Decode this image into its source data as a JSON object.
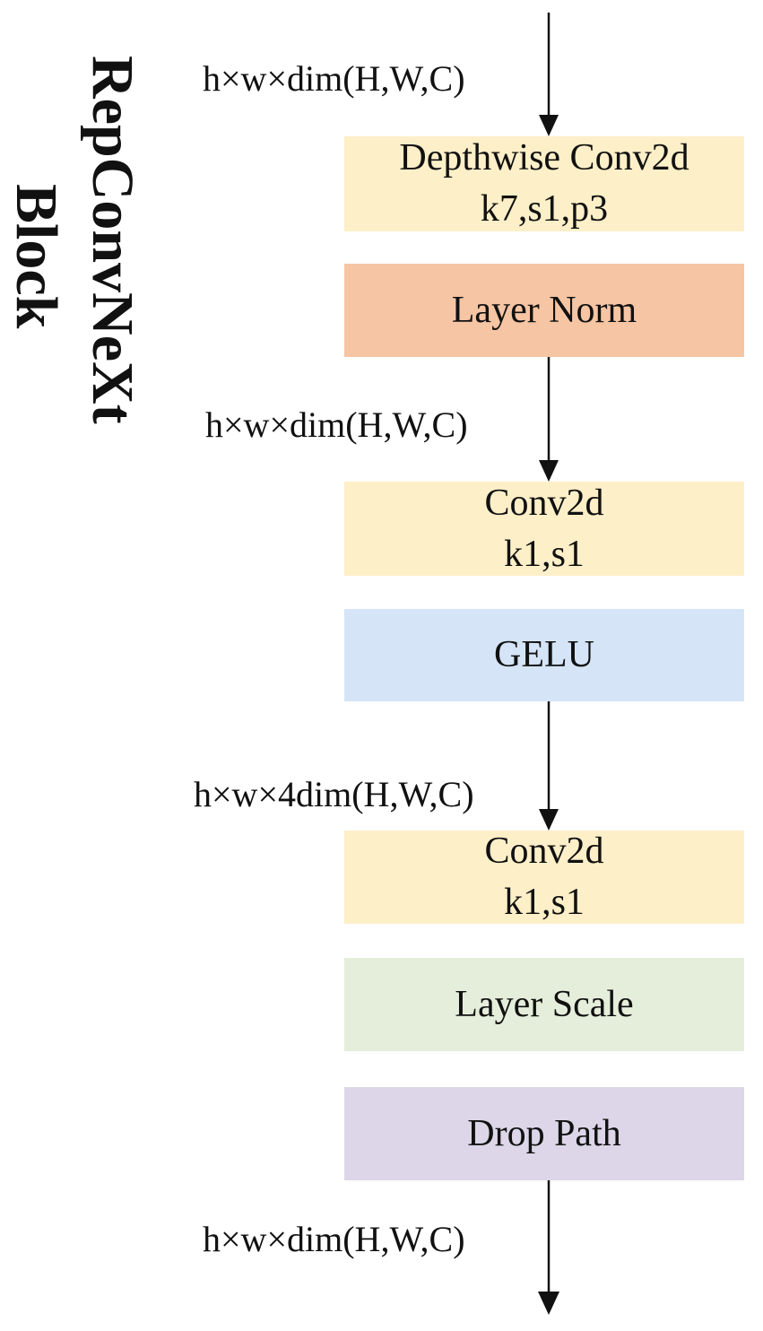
{
  "title": {
    "line1": "RepConvNeXt",
    "line2": "Block"
  },
  "colors": {
    "conv": "#fdefc8",
    "layer_norm": "#f6c5a4",
    "gelu": "#d5e5f7",
    "layer_scale": "#e5eedb",
    "drop_path": "#dcd6e8",
    "arrow": "#111111"
  },
  "flow": {
    "input_dim": "h×w×dim(H,W,C)",
    "depthwise_conv": {
      "label": "Depthwise Conv2d",
      "params": "k7,s1,p3"
    },
    "layer_norm": {
      "label": "Layer Norm"
    },
    "after_norm_dim": "h×w×dim(H,W,C)",
    "conv_1": {
      "label": "Conv2d",
      "params": "k1,s1"
    },
    "gelu": {
      "label": "GELU"
    },
    "expanded_dim": "h×w×4dim(H,W,C)",
    "conv_2": {
      "label": "Conv2d",
      "params": "k1,s1"
    },
    "layer_scale": {
      "label": "Layer Scale"
    },
    "drop_path": {
      "label": "Drop Path"
    },
    "output_dim": "h×w×dim(H,W,C)"
  }
}
